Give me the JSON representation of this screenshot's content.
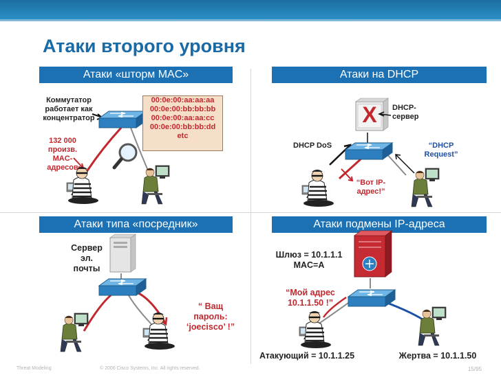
{
  "slide": {
    "title": "Атаки второго уровня",
    "page_number": "15/95",
    "footer_left": "Threat Modeling",
    "footer_center": "© 2006 Cisco Systems, Inc. All rights reserved."
  },
  "sections": {
    "mac_storm": {
      "header": "Атаки «шторм MAC»",
      "switch_note": [
        "Коммутатор",
        "работает как",
        "концентратор"
      ],
      "mac_count": [
        "132 000",
        "произв.",
        "MAC-",
        "адресов"
      ],
      "mac_table": [
        "00:0e:00:aa:aa:aa",
        "00:0e:00:bb:bb:bb",
        "00:0e:00:aa:aa:cc",
        "00:0e:00:bb:bb:dd",
        "etc"
      ]
    },
    "dhcp": {
      "header": "Атаки на DHCP",
      "server_label": [
        "DHCP-",
        "сервер"
      ],
      "server_mark": "X",
      "dos_label": "DHCP DoS",
      "request_label": [
        "“DHCP",
        "Request”"
      ],
      "reply_label": [
        "“Вот IP-",
        "адрес!”"
      ]
    },
    "mitm": {
      "header": "Атаки типа «посредник»",
      "mail_server": [
        "Сервер",
        "эл.",
        "почты"
      ],
      "password_quote": [
        "“ Ващ",
        "пароль:",
        "‘joecisco’ !”"
      ]
    },
    "ip_spoof": {
      "header": "Атаки подмены IP-адреса",
      "gateway": [
        "Шлюз = 10.1.1.1",
        "MAC=A"
      ],
      "my_address": [
        "“Мой адрес",
        "10.1.1.50 !”"
      ],
      "attacker": "Атакующий = 10.1.1.25",
      "victim": "Жертва = 10.1.1.50"
    }
  },
  "colors": {
    "header_bg": "#1b71b3",
    "title": "#1a6aa6",
    "accent_red": "#c2272d",
    "accent_blue": "#1d4fa5"
  },
  "icons": {
    "switch": "network-switch-icon",
    "magnifier": "magnifier-icon",
    "hacker": "masked-hacker-icon",
    "user": "workstation-user-icon",
    "server": "tower-server-icon",
    "router": "router-icon"
  }
}
